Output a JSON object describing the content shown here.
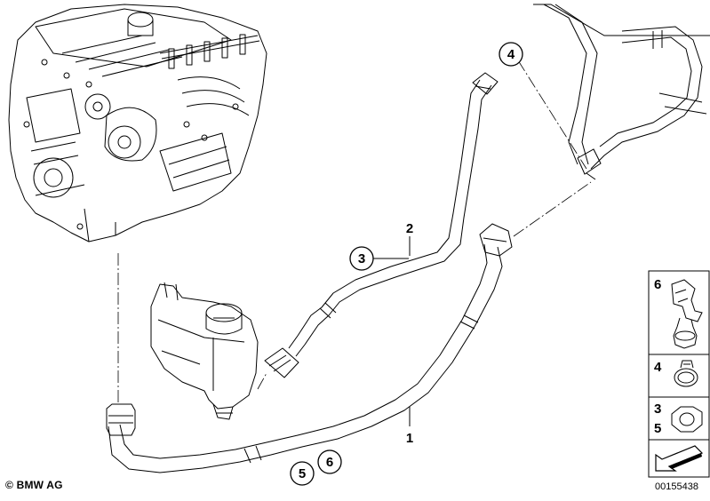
{
  "diagram": {
    "callouts": {
      "c4": "4",
      "c3": "3",
      "c5": "5",
      "c6": "6"
    },
    "labels": {
      "l2": "2",
      "l1": "1"
    },
    "legend": {
      "box1_number": "6",
      "box2_number": "4",
      "box3_number_top": "3",
      "box3_number_bottom": "5"
    },
    "copyright": "© BMW AG",
    "document_number": "00155438"
  }
}
